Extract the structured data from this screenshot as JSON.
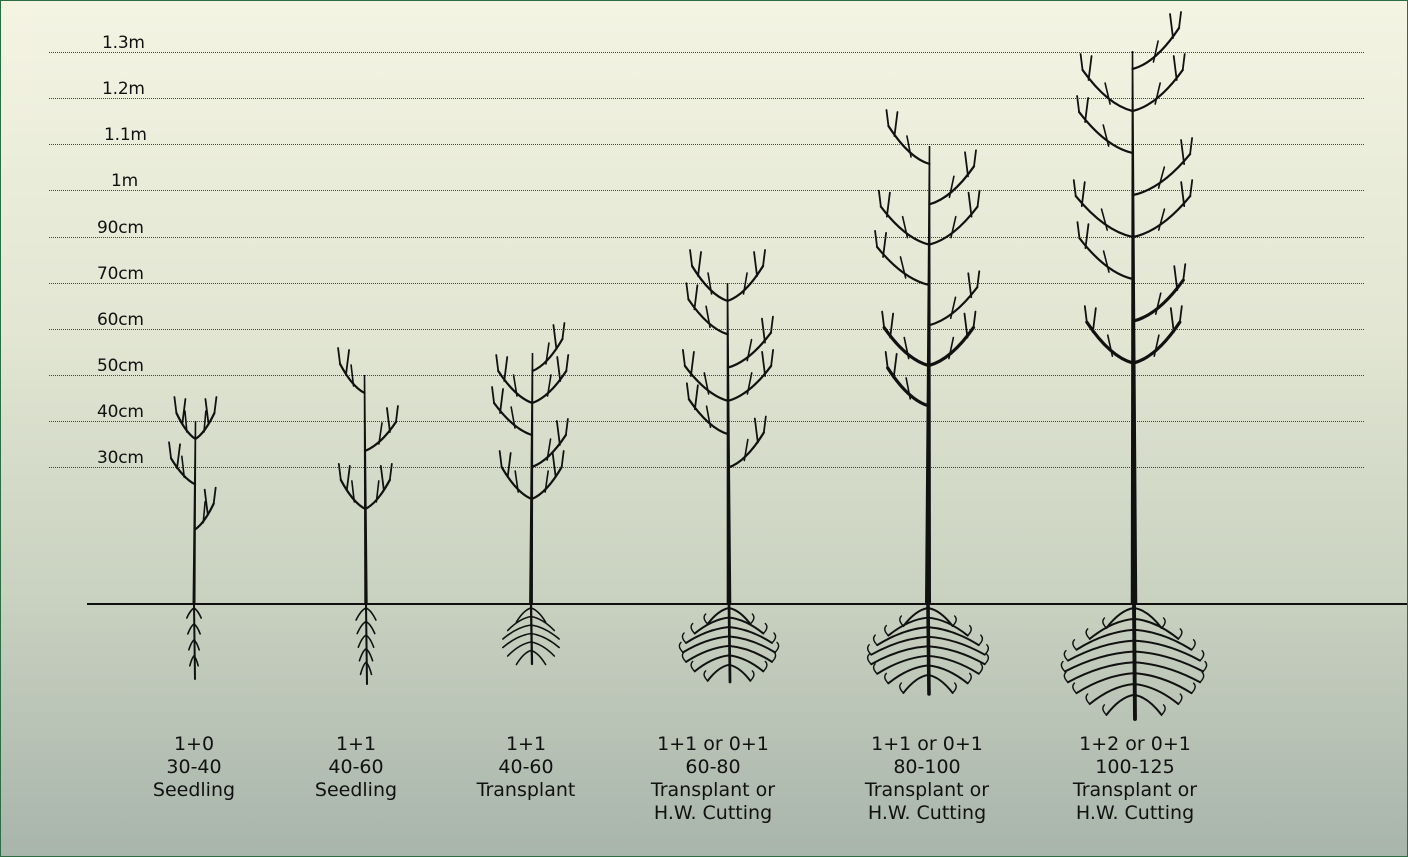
{
  "scale": {
    "marks": [
      "1.3m",
      "1.2m",
      "1.1m",
      "1m",
      "90cm",
      "70cm",
      "60cm",
      "50cm",
      "40cm",
      "30cm"
    ]
  },
  "plants": [
    {
      "age": "1+0",
      "size": "30-40",
      "type": [
        "Seedling"
      ]
    },
    {
      "age": "1+1",
      "size": "40-60",
      "type": [
        "Seedling"
      ]
    },
    {
      "age": "1+1",
      "size": "40-60",
      "type": [
        "Transplant"
      ]
    },
    {
      "age": "1+1 or 0+1",
      "size": "60-80",
      "type": [
        "Transplant or",
        "H.W. Cutting"
      ]
    },
    {
      "age": "1+1 or 0+1",
      "size": "80-100",
      "type": [
        "Transplant or",
        "H.W. Cutting"
      ]
    },
    {
      "age": "1+2 or 0+1",
      "size": "100-125",
      "type": [
        "Transplant or",
        "H.W. Cutting"
      ]
    }
  ],
  "colors": {
    "background_top": "#f4f4e3",
    "background_bottom": "#a8b5ab",
    "border": "#2f6b43",
    "ink": "#111111"
  }
}
